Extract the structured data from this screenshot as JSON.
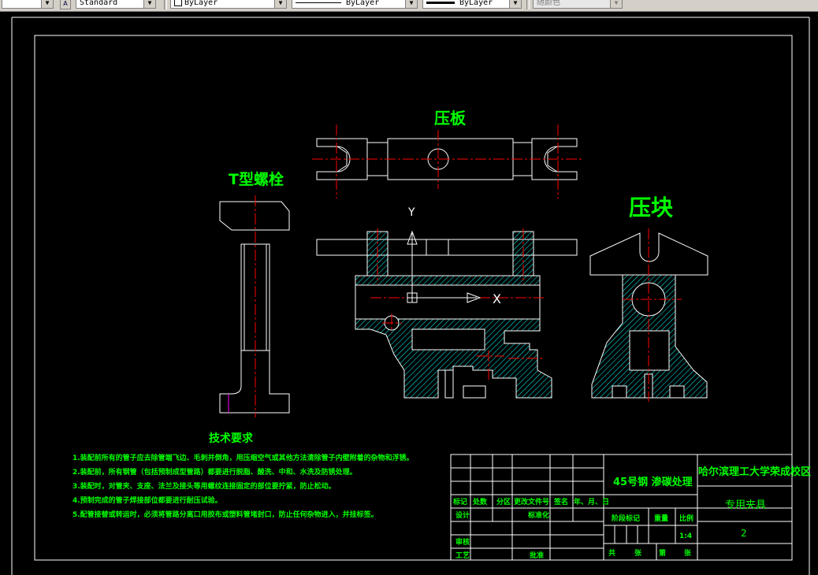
{
  "toolbar": {
    "text_style": "Standard",
    "layer": "ByLayer",
    "linetype": "ByLayer",
    "lineweight": "ByLayer",
    "plot_style": "随颜色"
  },
  "drawing": {
    "view_titles": {
      "clamp_plate": "压板",
      "t_bolt": "T型螺栓",
      "press_block": "压块"
    },
    "axis_labels": {
      "y": "Y",
      "x": "X"
    },
    "tech_requirements": {
      "heading": "技术要求",
      "items": [
        "1.装配前所有的管子应去除管端飞边、毛刺并倒角，用压缩空气或其他方法清除管子内壁附着的杂物和浮锈。",
        "2.装配前，所有钢管（包括预制成型管路）都要进行脱脂、酸洗、中和、水洗及防锈处理。",
        "3.装配时，对管夹、支座、法兰及接头等用螺纹连接固定的部位要拧紧，防止松动。",
        "4.预制完成的管子焊接部位都要进行耐压试验。",
        "5.配管接替或转运时，必须将管路分离口用胶布或塑料管堵封口，防止任何杂物进入，并挂标签。"
      ]
    },
    "title_block": {
      "material": "45号钢 渗碳处理",
      "school": "哈尔滨理工大学荣成校区",
      "part_name": "专用夹具",
      "drawing_no": "2",
      "scale": "1:4",
      "headers": [
        "标记",
        "处数",
        "分区",
        "更改文件号",
        "签名",
        "年、月、日"
      ],
      "design": "设计",
      "standardization": "标准化",
      "stage_mark": "阶段标记",
      "weight": "重量",
      "ratio": "比例",
      "review": "审核",
      "process": "工艺",
      "approve": "批准",
      "sheets_total": "共",
      "sheets_word": "张",
      "sheet_no": "第",
      "sheet_word": "张"
    }
  },
  "colors": {
    "background": "#000000",
    "outline": "#ffffff",
    "centerline": "#ff0000",
    "hatch": "#00ffff",
    "text": "#00ff00",
    "frame": "#ffffff"
  }
}
